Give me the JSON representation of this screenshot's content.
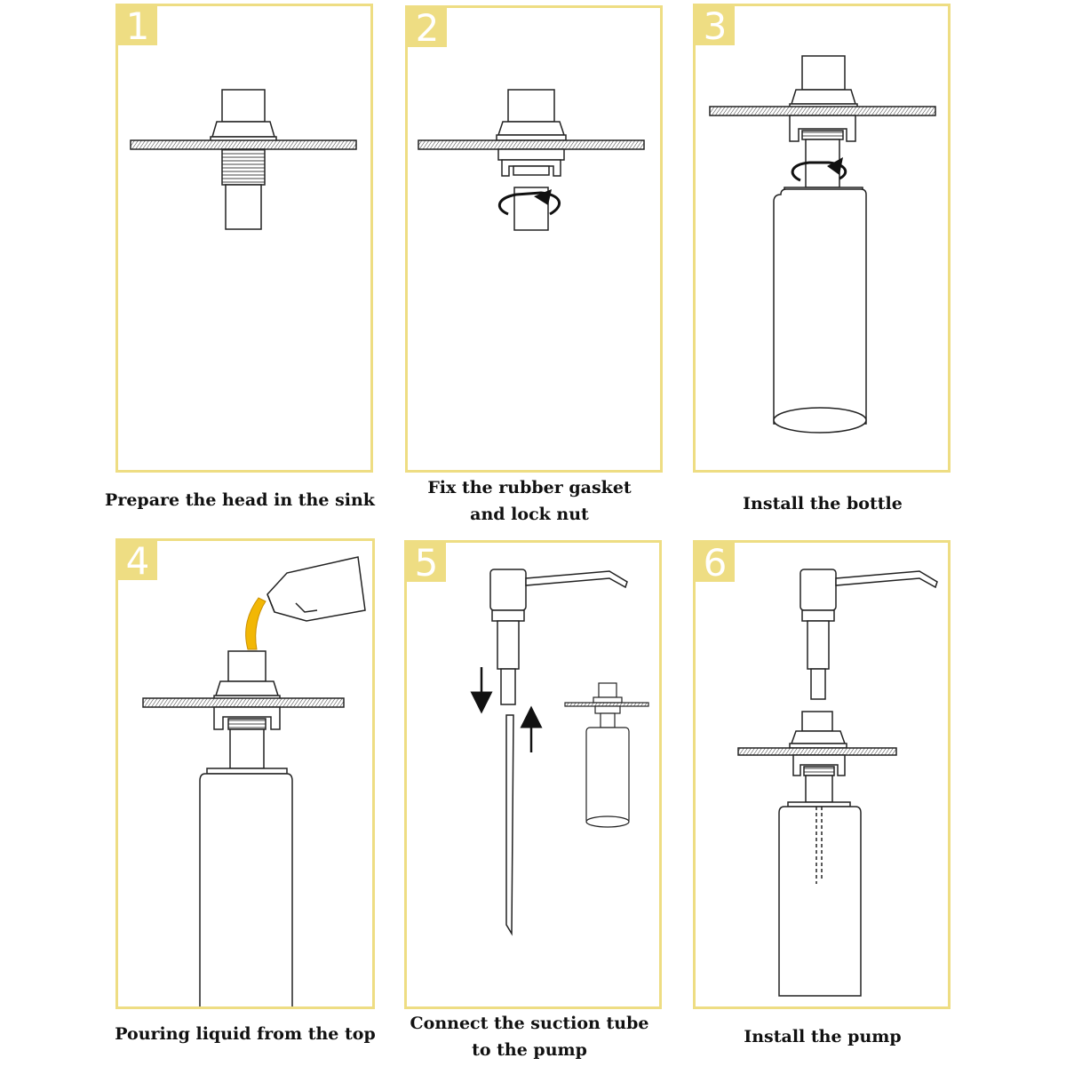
{
  "colors": {
    "panel_border": "#eedd83",
    "number_bg": "#eedd83",
    "number_text": "#ffffff",
    "liquid": "#f2b705",
    "line": "#222222"
  },
  "steps": [
    {
      "number": "1",
      "caption": [
        "Prepare the head in the sink"
      ]
    },
    {
      "number": "2",
      "caption": [
        "Fix the rubber gasket",
        "and lock nut"
      ]
    },
    {
      "number": "3",
      "caption": [
        "Install the bottle"
      ]
    },
    {
      "number": "4",
      "caption": [
        "Pouring liquid from the top"
      ]
    },
    {
      "number": "5",
      "caption": [
        "Connect the suction tube",
        "to the pump"
      ]
    },
    {
      "number": "6",
      "caption": [
        "Install the pump"
      ]
    }
  ]
}
